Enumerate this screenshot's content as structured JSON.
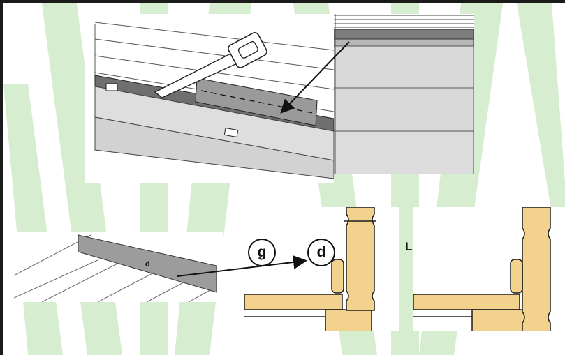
{
  "colors": {
    "background_stripes": "#c8e7c0",
    "wood": "#f2d28c",
    "wood_outline": "#1e1e1e",
    "board_gray": "#d6d6d6",
    "strip_gray": "#8a8a8a",
    "arrow": "#111111"
  },
  "icons": {
    "tool": "handsaw-icon"
  },
  "labels": {
    "strip_letter": "d",
    "circle_g": "g",
    "circle_d": "d",
    "lub": "LUB"
  }
}
